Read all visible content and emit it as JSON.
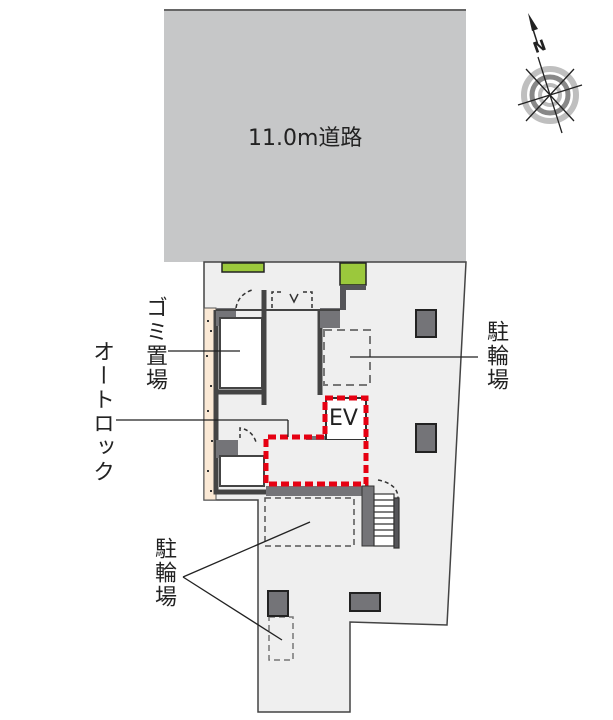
{
  "road": {
    "label": "11.0m道路",
    "color": "#c6c7c8"
  },
  "compass": {
    "north_label": "N"
  },
  "labels": {
    "garbage": "ゴミ置場",
    "autolock": "オートロック",
    "bicycle_right": "駐輪場",
    "bicycle_left": "駐輪場",
    "elevator": "EV"
  },
  "colors": {
    "site": "#efefef",
    "wall": "#555559",
    "column": "#747478",
    "plant": "#9bc83c",
    "highlight": "#e60012",
    "fence": "#fbe9d5"
  }
}
